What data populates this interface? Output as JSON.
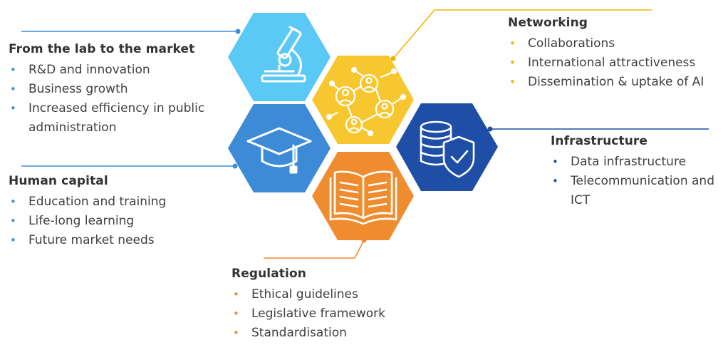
{
  "colors": {
    "light_blue": "#5bc9f5",
    "yellow": "#f7c72f",
    "mid_blue": "#3d8bd6",
    "navy": "#1e4ea6",
    "orange": "#f08c30"
  },
  "hexagons": [
    {
      "name": "microscope",
      "icon": "microscope-icon",
      "color": "#5bc9f5"
    },
    {
      "name": "network",
      "icon": "people-network-icon",
      "color": "#f7c72f"
    },
    {
      "name": "graduation",
      "icon": "graduation-cap-icon",
      "color": "#3d8bd6"
    },
    {
      "name": "database",
      "icon": "database-shield-icon",
      "color": "#1e4ea6"
    },
    {
      "name": "book",
      "icon": "open-book-icon",
      "color": "#f08c30"
    }
  ],
  "sections": {
    "lab_to_market": {
      "title": "From the lab to the market",
      "items": [
        "R&D and innovation",
        "Business growth",
        "Increased efficiency in public",
        "administration"
      ]
    },
    "human_capital": {
      "title": "Human capital",
      "items": [
        "Education and training",
        "Life-long learning",
        "Future market needs"
      ]
    },
    "networking": {
      "title": "Networking",
      "items": [
        "Collaborations",
        "International attractiveness",
        "Dissemination & uptake of AI"
      ]
    },
    "infrastructure": {
      "title": "Infrastructure",
      "items": [
        "Data infrastructure",
        "Telecommunication and",
        "ICT"
      ]
    },
    "regulation": {
      "title": "Regulation",
      "items": [
        "Ethical guidelines",
        "Legislative framework",
        "Standardisation"
      ]
    }
  }
}
